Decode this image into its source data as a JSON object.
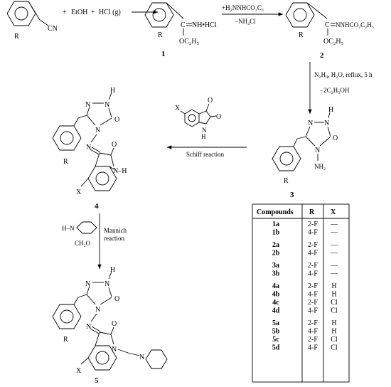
{
  "reactants": {
    "r": "R",
    "cn": "CN",
    "plus1": "+",
    "etoh": "EtOH",
    "plus2": "+",
    "hcl": "HCl (g)"
  },
  "step1": {
    "reagent_top": "+H₂NNHCO₂C₅",
    "reagent_bottom": "−NH₄Cl"
  },
  "compound1": {
    "label": "1",
    "r": "R",
    "c_eq": "C",
    "nh_hcl": "NH•HCl",
    "oc2h5": "OC₂H₅"
  },
  "compound2": {
    "label": "2",
    "r": "R",
    "c_eq": "C",
    "nnh": "NNHCO₂C₂H₅",
    "oc2h5": "OC₂H₅"
  },
  "step2": {
    "cond1": "N₂H₄, H₂O, reflux, 5 h",
    "cond2": "−2C₂H₅OH"
  },
  "compound3": {
    "label": "3",
    "r": "R",
    "n1": "N",
    "n2": "N",
    "h": "H",
    "o": "O",
    "n4": "N",
    "nh2": "NH₂"
  },
  "schiff": {
    "x": "X",
    "o1": "O",
    "o2": "O",
    "n": "N",
    "h": "H",
    "label": "Schiff reaction"
  },
  "compound4": {
    "label": "4",
    "r": "R",
    "x": "X",
    "n_a": "N",
    "n_b": "N",
    "h": "H",
    "o_tri": "O",
    "n4": "N",
    "n_im": "N",
    "o_ind": "O",
    "nh": "N–H"
  },
  "mannich": {
    "hn": "H–N",
    "ch2o": "CH₂O",
    "line1": "Mannich",
    "line2": "reaction"
  },
  "compound5": {
    "label": "5",
    "r": "R",
    "x": "X",
    "n_a": "N",
    "n_b": "N",
    "h": "H",
    "o_tri": "O",
    "n4": "N",
    "n_im": "N",
    "o_ind": "O",
    "n_ind": "N",
    "n_pip": "N"
  },
  "table": {
    "headers": [
      "Compounds",
      "R",
      "X"
    ],
    "rows": [
      [
        "1a",
        "2-F",
        "—"
      ],
      [
        "1b",
        "4-F",
        "—"
      ],
      [
        "2a",
        "2-F",
        "—"
      ],
      [
        "2b",
        "4-F",
        "—"
      ],
      [
        "3a",
        "2-F",
        "—"
      ],
      [
        "3b",
        "4-F",
        "—"
      ],
      [
        "4a",
        "2-F",
        "H"
      ],
      [
        "4b",
        "4-F",
        "H"
      ],
      [
        "4c",
        "2-F",
        "Cl"
      ],
      [
        "4d",
        "4-F",
        "Cl"
      ],
      [
        "5a",
        "2-F",
        "H"
      ],
      [
        "5b",
        "4-F",
        "H"
      ],
      [
        "5c",
        "2-F",
        "Cl"
      ],
      [
        "5d",
        "4-F",
        "Cl"
      ]
    ]
  }
}
